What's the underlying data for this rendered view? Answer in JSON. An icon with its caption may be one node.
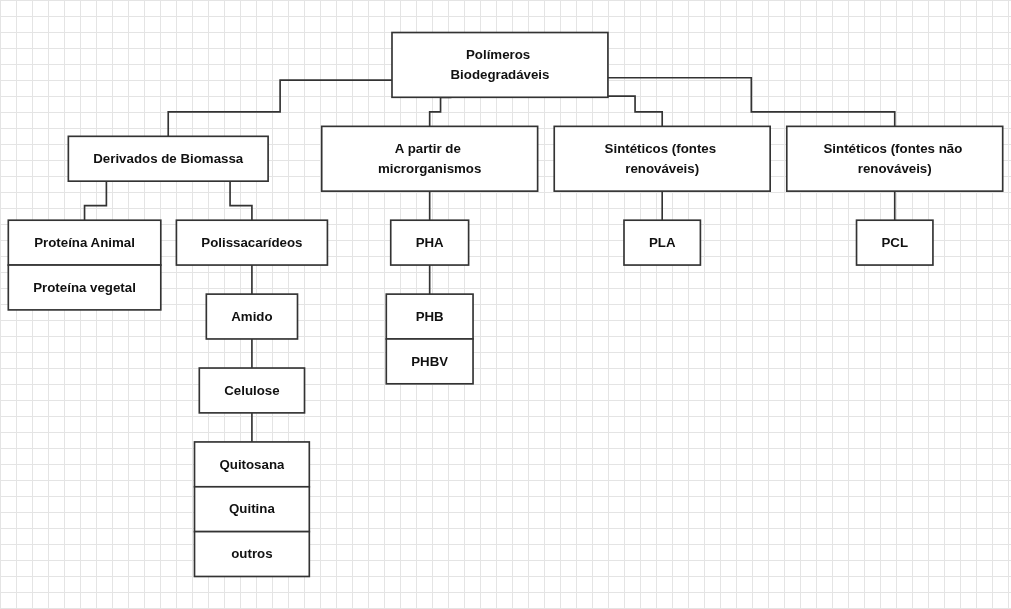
{
  "diagram": {
    "nodes": [
      {
        "text": [
          "Polímeros Biodegradáveis"
        ]
      },
      {
        "text": [
          "Derivados de Biomassa"
        ]
      },
      {
        "text": [
          "A partir de microrganismos"
        ]
      },
      {
        "text": [
          "Sintéticos (fontes renováveis)"
        ]
      },
      {
        "text": [
          "Sintéticos (fontes não renováveis)"
        ]
      },
      {
        "text": [
          "Proteína Animal"
        ]
      },
      {
        "text": [
          "Proteína vegetal"
        ]
      },
      {
        "text": [
          "Polissacarídeos"
        ]
      },
      {
        "text": [
          "Amido"
        ]
      },
      {
        "text": [
          "Celulose"
        ]
      },
      {
        "text": [
          "Quitosana"
        ]
      },
      {
        "text": [
          "Quitina"
        ]
      },
      {
        "text": [
          "outros"
        ]
      },
      {
        "text": [
          "PHA"
        ]
      },
      {
        "text": [
          "PHB"
        ]
      },
      {
        "text": [
          "PHBV"
        ]
      },
      {
        "text": [
          "PLA"
        ]
      },
      {
        "text": [
          "PCL"
        ]
      }
    ],
    "edges": [
      {
        "from": 0,
        "to": 1,
        "arrow": "none"
      },
      {
        "from": 0,
        "to": 2,
        "arrow": "none"
      },
      {
        "from": 0,
        "to": 3,
        "arrow": "none"
      },
      {
        "from": 0,
        "to": 4,
        "arrow": "none"
      },
      {
        "from": 1,
        "to": 5,
        "arrow": "none"
      },
      {
        "from": 1,
        "to": 7,
        "arrow": "none"
      },
      {
        "from": 7,
        "to": 8,
        "arrow": "none"
      },
      {
        "from": 8,
        "to": 9,
        "arrow": "none"
      },
      {
        "from": 9,
        "to": 10,
        "arrow": "none"
      },
      {
        "from": 2,
        "to": 13,
        "arrow": "none"
      },
      {
        "from": 13,
        "to": 14,
        "arrow": "none"
      },
      {
        "from": 3,
        "to": 16,
        "arrow": "none"
      },
      {
        "from": 4,
        "to": 17,
        "arrow": "none"
      }
    ]
  }
}
